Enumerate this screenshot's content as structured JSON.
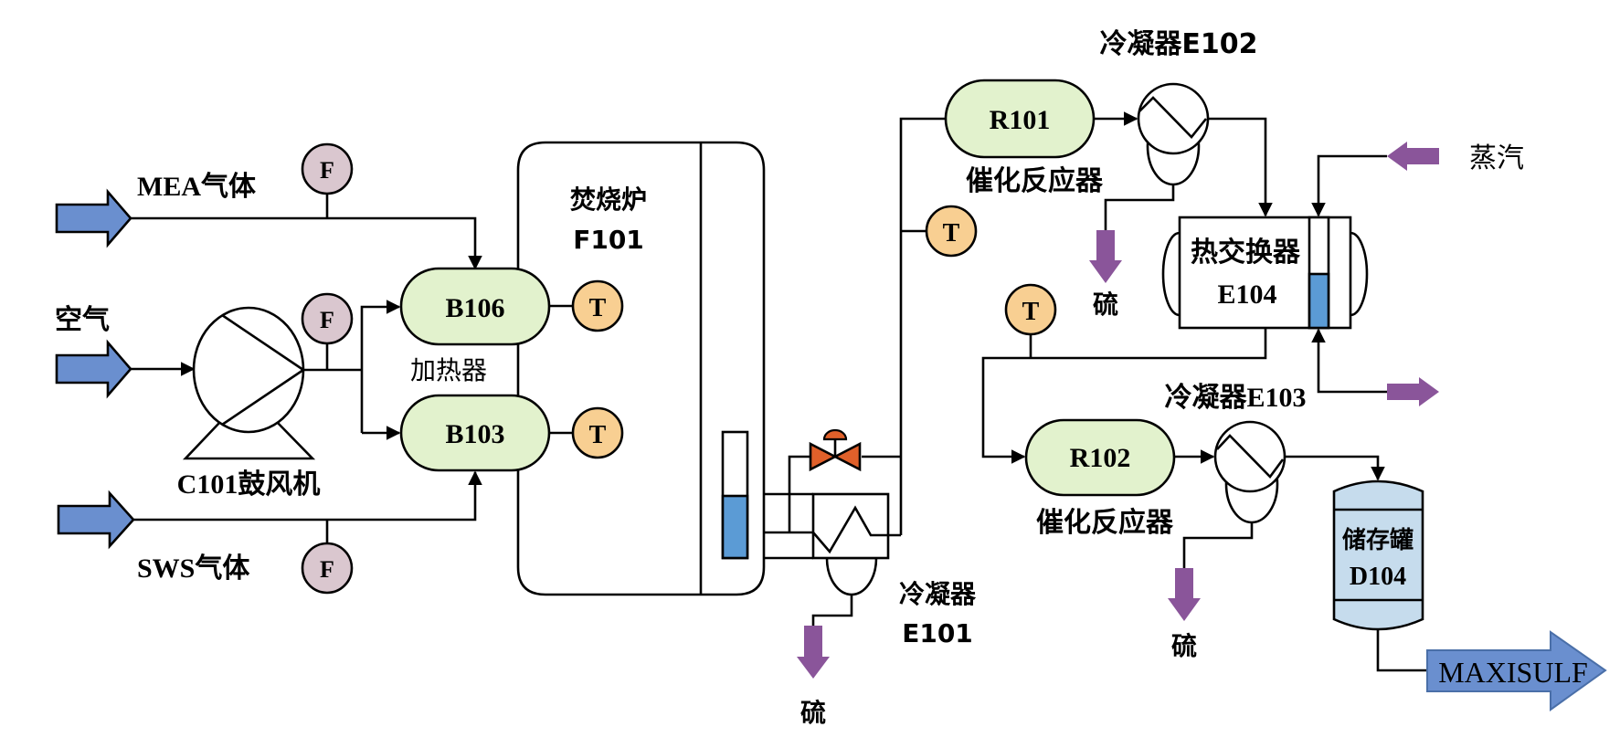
{
  "colors": {
    "feed_arrow": "#6a8fcf",
    "sulfur_arrow": "#8a559a",
    "reactor_fill": "#e2f2cd",
    "flow_indicator": "#dac7cf",
    "temp_indicator": "#f8cf92",
    "valve": "#e0602a",
    "level": "#5b9bd5",
    "tank": "#c6dced"
  },
  "feeds": {
    "mea": "MEA气体",
    "air": "空气",
    "sws": "SWS气体"
  },
  "instruments": {
    "flow": "F",
    "temp": "T"
  },
  "equipment": {
    "blower": "C101鼓风机",
    "heater_a": "B106",
    "heater_b": "B103",
    "heater_label": "加热器",
    "furnace_name": "焚烧炉",
    "furnace_tag": "F101",
    "condenser1_name": "冷凝器",
    "condenser1_tag": "E101",
    "reactor1": "R101",
    "reactor1_label": "催化反应器",
    "condenser2": "冷凝器E102",
    "heat_exchanger_name": "热交换器",
    "heat_exchanger_tag": "E104",
    "steam": "蒸汽",
    "reactor2": "R102",
    "reactor2_label": "催化反应器",
    "condenser3": "冷凝器E103",
    "tank_name": "储存罐",
    "tank_tag": "D104",
    "product": "MAXISULF"
  },
  "outputs": {
    "sulfur": "硫"
  }
}
